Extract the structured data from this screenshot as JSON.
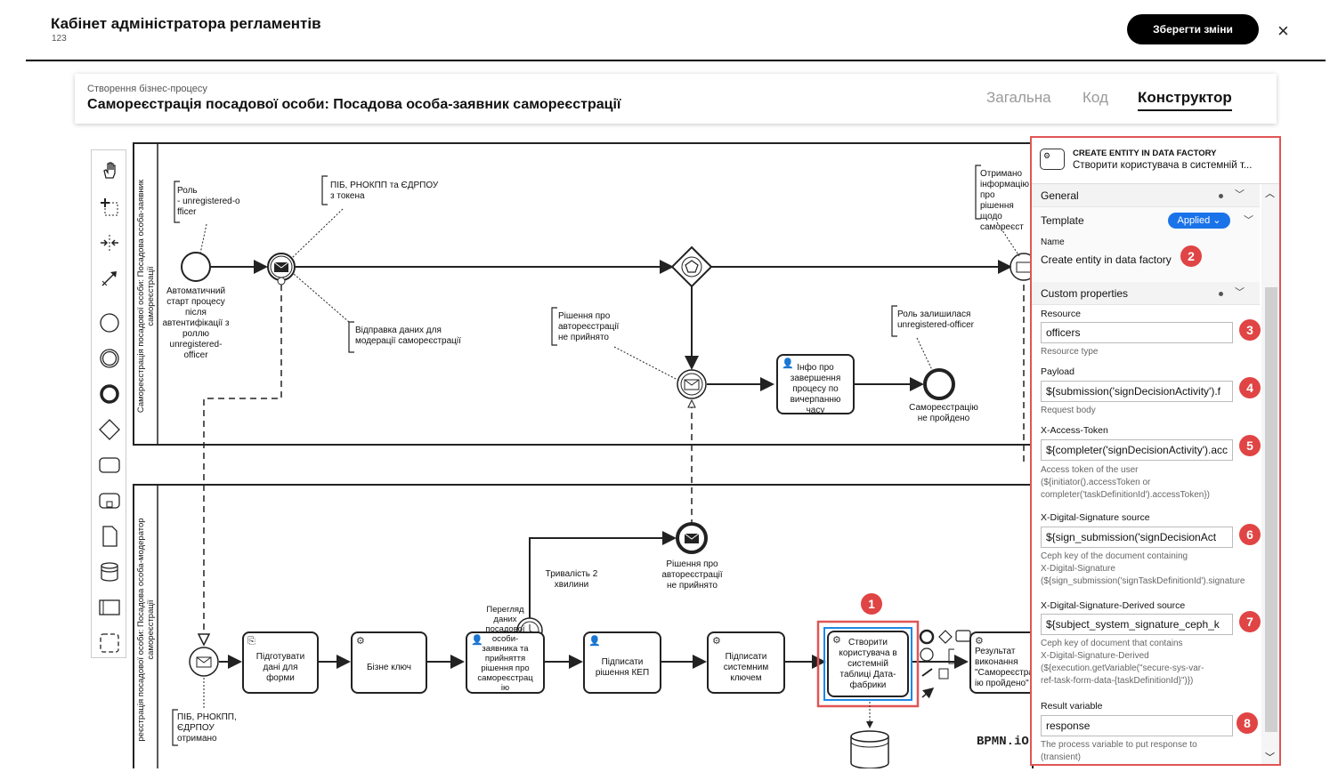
{
  "header": {
    "title": "Кабінет адміністратора регламентів",
    "subtitle": "123",
    "save_label": "Зберегти зміни",
    "close_icon": "×"
  },
  "process_card": {
    "subtitle": "Створення бізнес-процесу",
    "title": "Самореєстрація посадової особи: Посадова особа-заявник самореєстрації",
    "tabs": [
      "Загальна",
      "Код",
      "Конструктор"
    ],
    "active_tab": "Конструктор"
  },
  "diagram": {
    "lane1_label": "Самореєстрація посадової особи: Посадова особа-заявник самореєстрації",
    "lane2_label": "реєстрація посадової особи: Посадова особа-модератор самореєстрації",
    "annotations": {
      "role": "Роль\n- unregistered-o\nfficer",
      "token": "ПІБ, РНОКПП та ЄДРПОУ\nз токена",
      "received_info": "Отримано\nінформацію\nпро рішення\nщодо\nсамореєст",
      "decision_not_accepted": "Рішення про\nавтореєстрації\nне прийнято",
      "role_remaining": "Роль залишилася\nunregistered-officer",
      "pib_received": "ПІБ, РНОКПП,\nЄДРПОУ\nотримано",
      "duration": "Тривалість 2\nхвилини"
    },
    "labels": {
      "auto_start": "Автоматичний\nстарт процесу\nпісля\nавтентифікації з\nроллю\nunregistered-\nofficer",
      "send_data": "Відправка даних для\nмодерації самореєстрації",
      "not_passed": "Самореєстрацію\nне пройдено",
      "decision_end": "Рішення про\nавтореєстрації\nне прийнято"
    },
    "tasks": {
      "info_end": "Інфо про\nзавершення\nпроцесу по\nвичерпанню\nчасу",
      "prepare": "Підготувати\nдані для\nформи",
      "biz_key": "Бізне ключ",
      "review": "Перегляд\nданих\nпосадової\nособи-\nзаявника та\nприйняття\nрішення про\nсамореєстрац\nію",
      "sign_kep": "Підписати\nрішення КЕП",
      "sign_system": "Підписати\nсистемним\nключем",
      "create_user": "Створити\nкористувача в\nсистемній\nтаблиці Дата-\nфабрики",
      "result": "Результат\nвиконання\n\"Самореєстрац\nію пройдено\""
    },
    "watermark": "BPMN.iO"
  },
  "palette_icons": [
    "hand-tool-icon",
    "lasso-tool-icon",
    "space-tool-icon",
    "connect-tool-icon",
    "start-event-icon",
    "intermediate-event-icon",
    "end-event-icon",
    "gateway-icon",
    "task-icon",
    "subprocess-icon",
    "data-object-icon",
    "data-store-icon",
    "pool-icon",
    "group-icon"
  ],
  "properties": {
    "header_type": "CREATE ENTITY IN DATA FACTORY",
    "header_name": "Створити користувача в системній т...",
    "general_label": "General",
    "template_label": "Template",
    "applied_label": "Applied",
    "name_label": "Name",
    "name_value": "Create entity in data factory",
    "custom_label": "Custom properties",
    "resource_label": "Resource",
    "resource_value": "officers",
    "resource_hint": "Resource type",
    "payload_label": "Payload",
    "payload_value": "${submission('signDecisionActivity').f",
    "payload_hint": "Request body",
    "token_label": "X-Access-Token",
    "token_value": "${completer('signDecisionActivity').acc",
    "token_hint": "Access token of the user\n(${initiator().accessToken or\ncompleter('taskDefinitionId').accessToken})",
    "sig_label": "X-Digital-Signature source",
    "sig_value": "${sign_submission('signDecisionAct",
    "sig_hint": "Ceph key of the document containing\nX-Digital-Signature\n(${sign_submission('signTaskDefinitionId').signature",
    "sigd_label": "X-Digital-Signature-Derived source",
    "sigd_value": "${subject_system_signature_ceph_k",
    "sigd_hint": "Ceph key of document that contains\nX-Digital-Signature-Derived\n(${execution.getVariable(\"secure-sys-var-\nref-task-form-data-{taskDefinitionId}\")})",
    "result_label": "Result variable",
    "result_value": "response",
    "result_hint": "The process variable to put response to\n(transient)"
  },
  "callouts": [
    "1",
    "2",
    "3",
    "4",
    "5",
    "6",
    "7",
    "8"
  ],
  "colors": {
    "callout": "#e04444",
    "applied": "#1a73e8",
    "highlight": "#1e88e5"
  }
}
